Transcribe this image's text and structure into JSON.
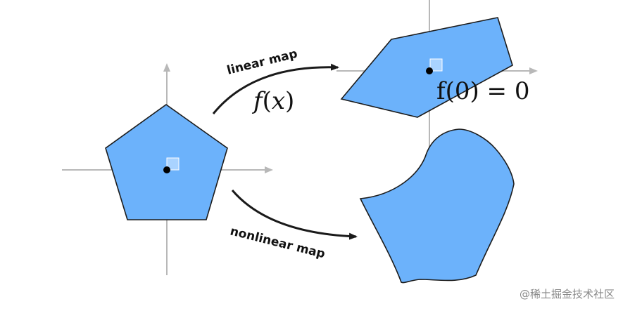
{
  "labels": {
    "linear_map": "linear map",
    "nonlinear_map": "nonlinear map",
    "linear_formula_func": "f",
    "linear_formula_var": "x",
    "fixed_point_formula": "f(0) = 0"
  },
  "watermark": "@稀土掘金技术社区",
  "colors": {
    "shape_fill": "#6cb2fb",
    "shape_stroke": "#1c1c1c",
    "axis": "#b8b8b8",
    "arrow": "#1a1a1a",
    "right_angle_marker": "#a9d3ff"
  }
}
